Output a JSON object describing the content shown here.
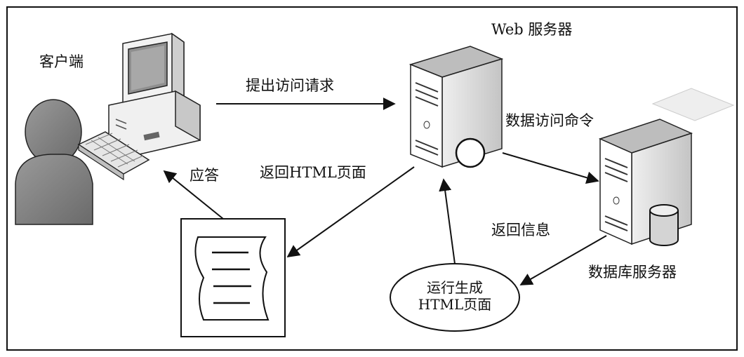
{
  "labels": {
    "client": "客户端",
    "web_server": "Web 服务器",
    "db_server": "数据库服务器",
    "request": "提出访问请求",
    "response": "应答",
    "return_html": "返回HTML页面",
    "db_command": "数据访问命令",
    "return_info": "返回信息",
    "generate_line1": "运行生成",
    "generate_line2": "HTML页面"
  },
  "colors": {
    "line": "#111111",
    "person": "#7f7f7f",
    "server_face": "#ffffff",
    "server_side": "#d9d9d9",
    "server_top": "#bdbdbd",
    "screen": "#9a9a9a"
  }
}
